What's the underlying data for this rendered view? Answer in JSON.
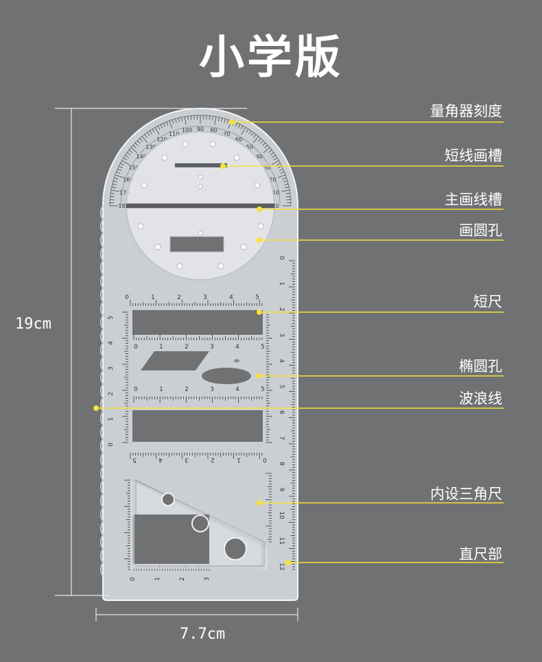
{
  "title": "小学版",
  "dimensions": {
    "height_label": "19cm",
    "width_label": "7.7cm"
  },
  "callouts": [
    {
      "label": "量角器刻度"
    },
    {
      "label": "短线画槽"
    },
    {
      "label": "主画线槽"
    },
    {
      "label": "画圆孔"
    },
    {
      "label": "短尺"
    },
    {
      "label": "椭圆孔"
    },
    {
      "label": "波浪线"
    },
    {
      "label": "内设三角尺"
    },
    {
      "label": "直尺部"
    }
  ],
  "colors": {
    "background": "#6f7173",
    "accent": "#f5e33a",
    "ruler": "#dfe3e6"
  },
  "ruler_marks": {
    "protractor": [
      "180",
      "170",
      "160",
      "150",
      "140",
      "130",
      "120",
      "110",
      "100",
      "90",
      "80",
      "70",
      "60",
      "50",
      "40",
      "30",
      "20",
      "10",
      "0"
    ],
    "right_scale": [
      "0",
      "1",
      "2",
      "3",
      "4",
      "5",
      "6",
      "7",
      "8",
      "9",
      "10",
      "11",
      "12"
    ],
    "short_ruler": [
      "0",
      "1",
      "2",
      "3",
      "4",
      "5"
    ],
    "left_short": [
      "5",
      "4",
      "3",
      "2",
      "1",
      "0"
    ],
    "bottom_scale": [
      "0",
      "1",
      "2",
      "3"
    ]
  }
}
